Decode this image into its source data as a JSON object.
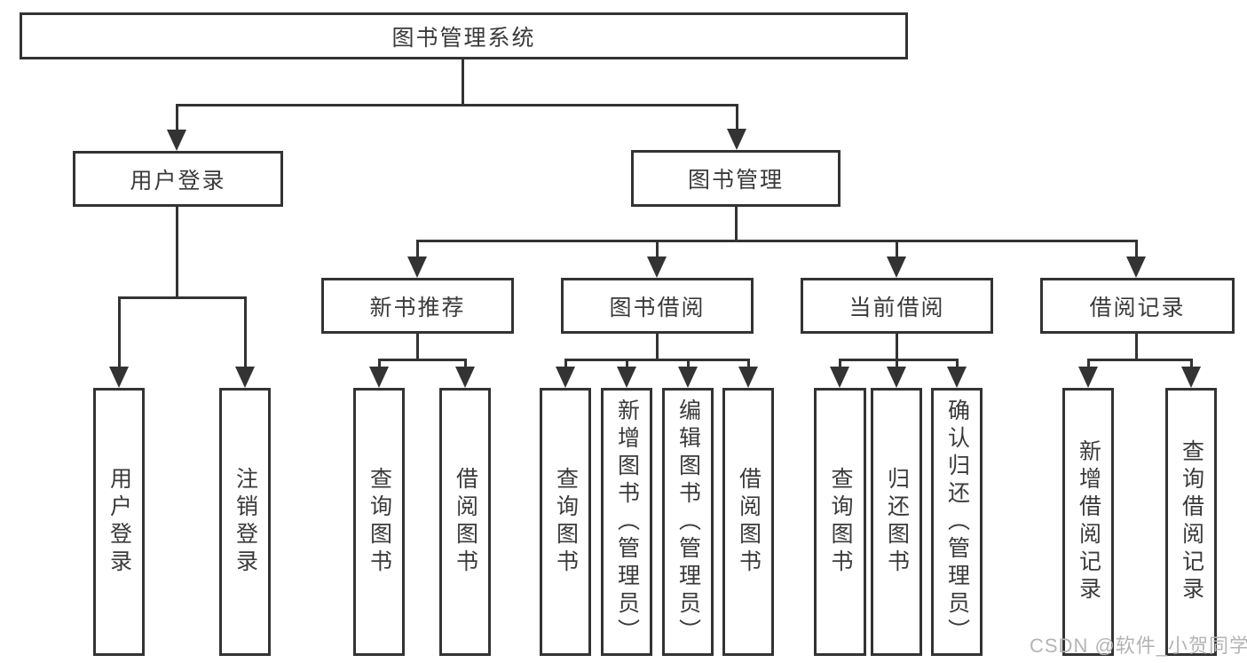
{
  "tree": {
    "label": "图书管理系统",
    "children": [
      {
        "label": "用户登录",
        "children": [
          {
            "label": "用户登录"
          },
          {
            "label": "注销登录"
          }
        ]
      },
      {
        "label": "图书管理",
        "children": [
          {
            "label": "新书推荐",
            "children": [
              {
                "label": "查询图书"
              },
              {
                "label": "借阅图书"
              }
            ]
          },
          {
            "label": "图书借阅",
            "children": [
              {
                "label": "查询图书"
              },
              {
                "label": "新增图书（管理员）"
              },
              {
                "label": "编辑图书（管理员）"
              },
              {
                "label": "借阅图书"
              }
            ]
          },
          {
            "label": "当前借阅",
            "children": [
              {
                "label": "查询图书"
              },
              {
                "label": "归还图书"
              },
              {
                "label": "确认归还（管理员）"
              }
            ]
          },
          {
            "label": "借阅记录",
            "children": [
              {
                "label": "新增借阅记录"
              },
              {
                "label": "查询借阅记录"
              }
            ]
          }
        ]
      }
    ]
  },
  "watermark": {
    "text": "CSDN @软件_小贺同学"
  },
  "colors": {
    "line": "#333333",
    "text": "#3a3a3a",
    "background": "#ffffff",
    "watermark": "#b4b4b4"
  }
}
